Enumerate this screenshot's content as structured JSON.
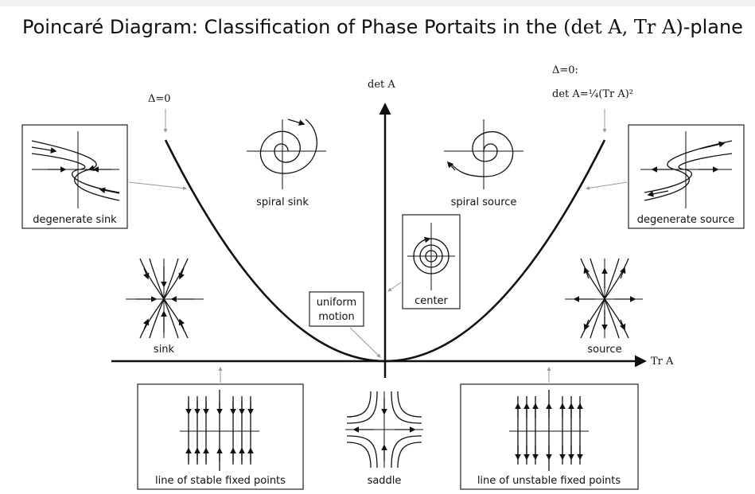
{
  "title": {
    "text": "Poincaré Diagram: Classification of Phase Portaits in the ",
    "math": "(det A, Tr A)",
    "suffix": "-plane"
  },
  "axes": {
    "y_label": "det A",
    "x_label": "Tr A"
  },
  "curve_labels": {
    "left": "Δ=0",
    "right_line1": "Δ=0:",
    "right_line2": "det A=¼(Tr A)²"
  },
  "regions": {
    "spiral_sink": "spiral sink",
    "spiral_source": "spiral source",
    "center": "center",
    "degenerate_sink": "degenerate sink",
    "degenerate_source": "degenerate source",
    "sink": "sink",
    "source": "source",
    "uniform_motion_line1": "uniform",
    "uniform_motion_line2": "motion",
    "saddle": "saddle",
    "line_stable": "line of stable fixed points",
    "line_unstable": "line of unstable fixed points"
  }
}
